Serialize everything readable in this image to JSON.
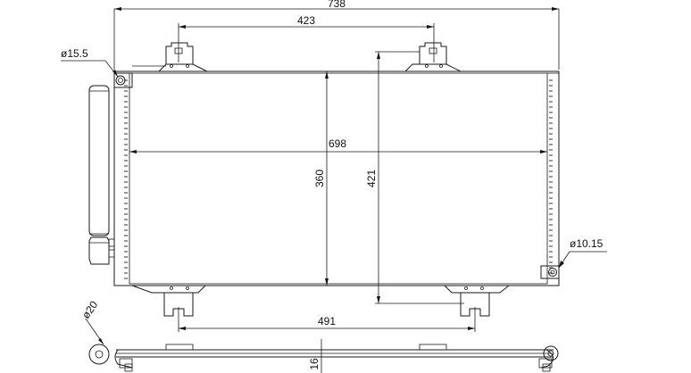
{
  "drawing": {
    "dimensions": {
      "overall_width": "738",
      "bracket_spacing": "423",
      "core_width": "698",
      "core_height": "360",
      "overall_height": "421",
      "bottom_mount_spacing": "491",
      "depth": "16"
    },
    "diameters": {
      "inlet": "ø15.5",
      "outlet": "ø10.15",
      "receiver": "ø20"
    }
  }
}
